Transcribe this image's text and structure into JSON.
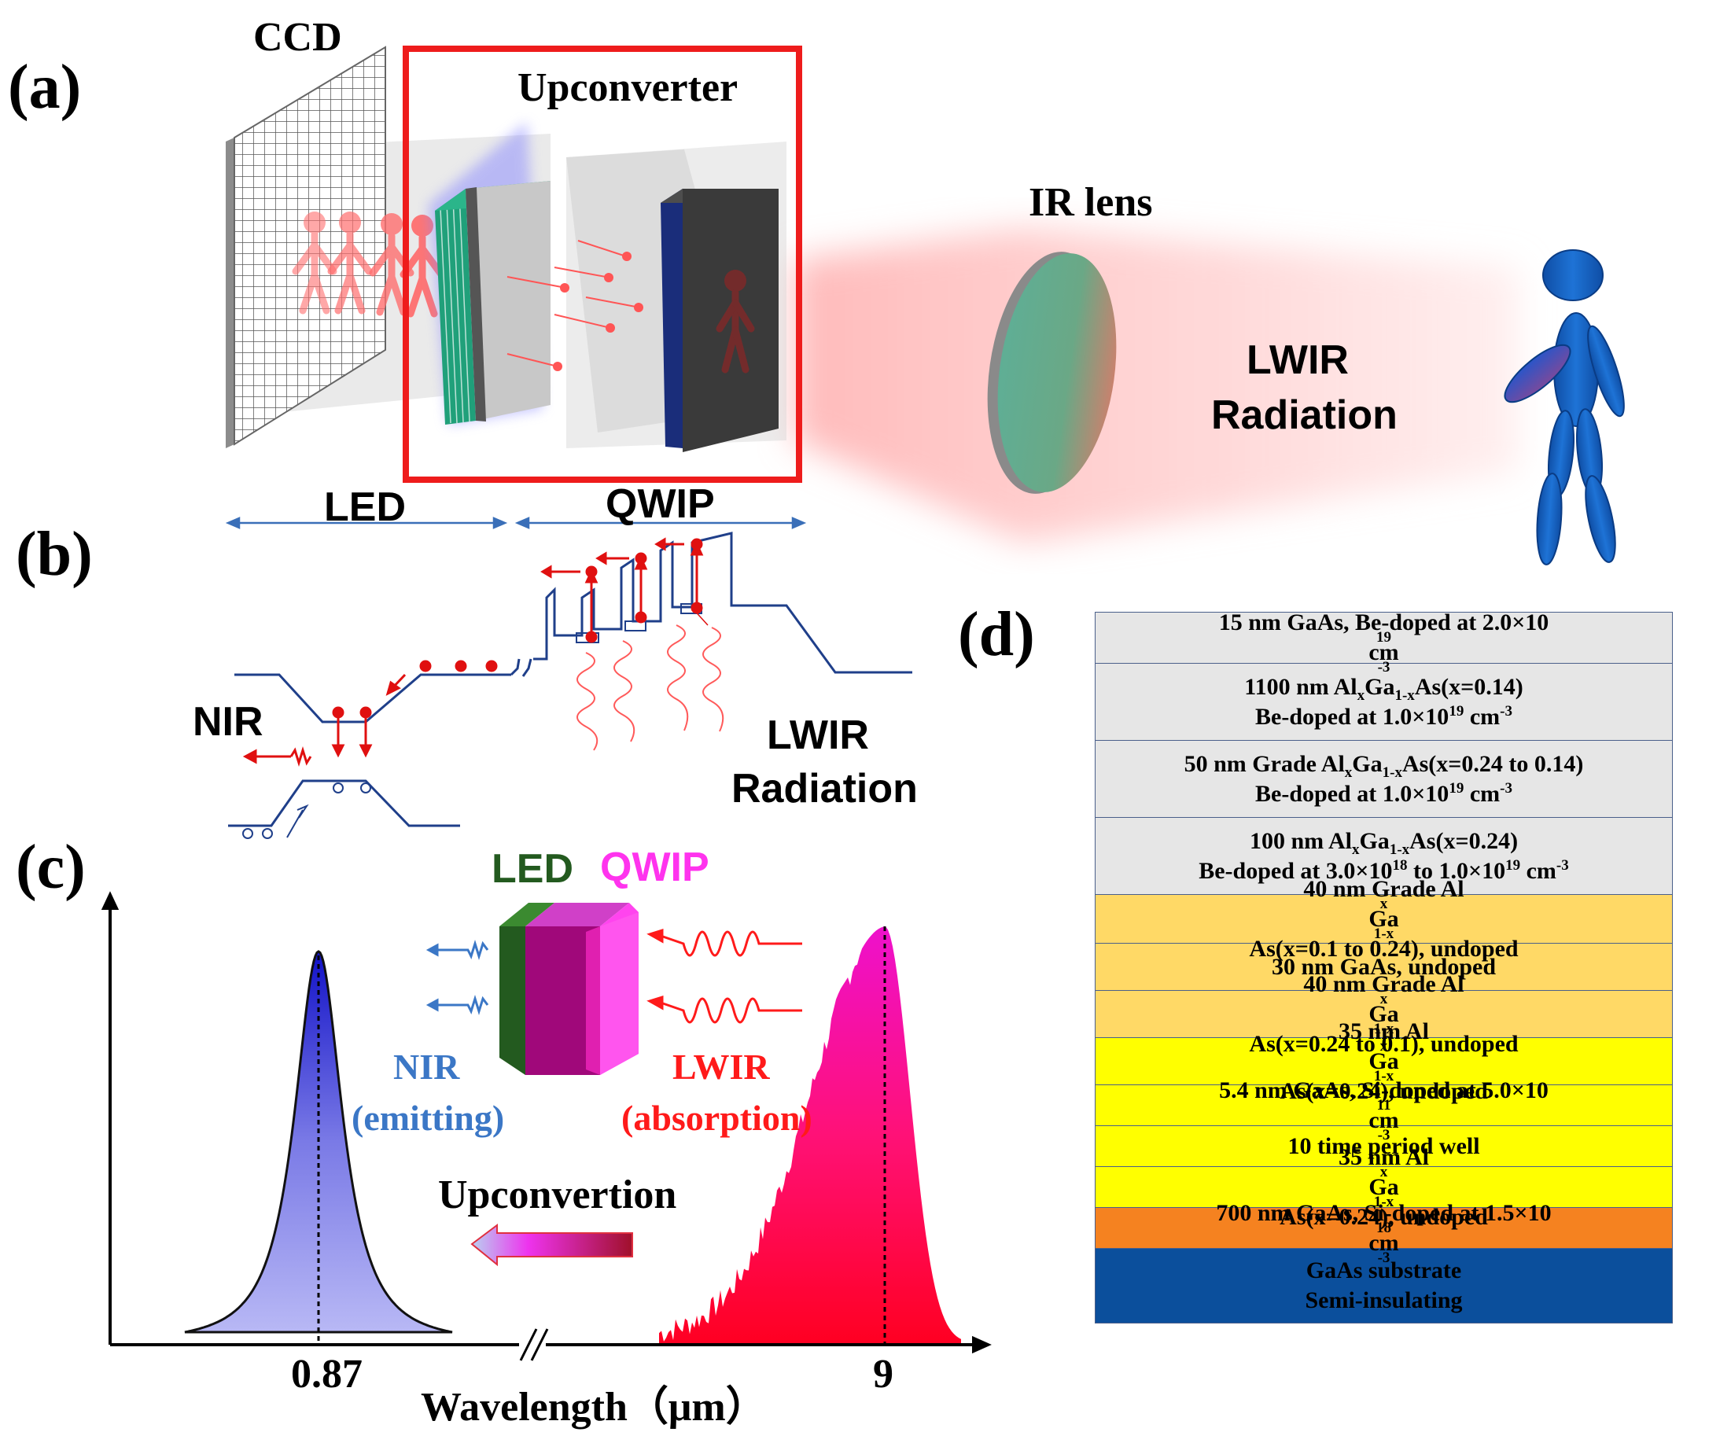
{
  "panels": {
    "a": "(a)",
    "b": "(b)",
    "c": "(c)",
    "d": "(d)"
  },
  "panel_a": {
    "ccd": "CCD",
    "upconverter": "Upconverter",
    "ir_lens": "IR lens",
    "lwir_line1": "LWIR",
    "lwir_line2": "Radiation"
  },
  "panel_b": {
    "led": "LED",
    "qwip": "QWIP",
    "nir": "NIR",
    "lwir_line1": "LWIR",
    "lwir_line2": "Radiation"
  },
  "panel_c": {
    "led": "LED",
    "qwip": "QWIP",
    "nir_line1": "NIR",
    "nir_line2": "(emitting)",
    "lwir_line1": "LWIR",
    "lwir_line2": "(absorption)",
    "upconvertion": "Upconvertion",
    "tick_left": "0.87",
    "tick_right": "9",
    "xlabel": "Wavelength（μm）"
  },
  "layers": [
    {
      "html": "15 nm GaAs, Be-doped at 2.0×10<sup>19</sup> cm<sup>-3</sup>",
      "color": "#e6e6e6",
      "h": 66
    },
    {
      "html": "<span class='line'>1100 nm Al<sub>x</sub>Ga<sub>1-x</sub>As(x=0.14)</span><span class='line'>Be-doped at 1.0×10<sup>19</sup> cm<sup>-3</sup></span>",
      "color": "#e6e6e6",
      "h": 98
    },
    {
      "html": "<span class='line'>50 nm Grade Al<sub>x</sub>Ga<sub>1-x</sub>As(x=0.24 to 0.14)</span><span class='line'>Be-doped at 1.0×10<sup>19</sup> cm<sup>-3</sup></span>",
      "color": "#e6e6e6",
      "h": 98
    },
    {
      "html": "<span class='line'>100 nm Al<sub>x</sub>Ga<sub>1-x</sub>As(x=0.24)</span><span class='line'>Be-doped at 3.0×10<sup>18</sup>  to 1.0×10<sup>19</sup> cm<sup>-3</sup></span>",
      "color": "#e6e6e6",
      "h": 98
    },
    {
      "html": "40 nm Grade Al<sub>x</sub>Ga<sub>1-x</sub>As(x=0.1 to 0.24), undoped",
      "color": "#ffd966",
      "h": 62
    },
    {
      "html": "30 nm GaAs, undoped",
      "color": "#ffd966",
      "h": 60
    },
    {
      "html": "40 nm Grade Al<sub>x</sub>Ga<sub>1-x</sub>As(x=0.24 to 0.1), undoped",
      "color": "#ffd966",
      "h": 60
    },
    {
      "html": "35 nm Al<sub>x</sub>Ga<sub>1-x</sub>As(x=0.24), undoped",
      "color": "#ffff00",
      "h": 60
    },
    {
      "html": "5.4 nm GaAs, Si-doped at 5.0×10<sup>11</sup> cm<sup>-3</sup>",
      "color": "#ffff00",
      "h": 52
    },
    {
      "html": "10 time period well",
      "color": "#ffff00",
      "h": 52
    },
    {
      "html": "35 nm Al<sub>x</sub>Ga<sub>1-x</sub>As(x=0.24), undoped",
      "color": "#ffff00",
      "h": 52
    },
    {
      "html": "700 nm GaAs, Si-doped at 1.5×10<sup>18</sup> cm<sup>-3</sup>",
      "color": "#f58220",
      "h": 52
    },
    {
      "html": "<span class='line'>GaAs substrate</span><span class='line'>Semi-insulating</span>",
      "color": "#0b4f9c",
      "h": 95
    }
  ],
  "colors": {
    "frame_red": "#ee1c1c",
    "person_blue": "#1a6fd1",
    "led_green": "#235a1f",
    "qwip_magenta": "#ff33ee",
    "nir_blue": "#3b77c6",
    "lwir_red": "#ff1a1a"
  },
  "chart_data": {
    "type": "area",
    "xlabel": "Wavelength（μm）",
    "x_ticks": [
      "0.87",
      "9"
    ],
    "axis_break": true,
    "series": [
      {
        "name": "NIR (emitting)",
        "peak_x": 0.87
      },
      {
        "name": "LWIR (absorption)",
        "peak_x": 9
      }
    ],
    "grid": false
  }
}
